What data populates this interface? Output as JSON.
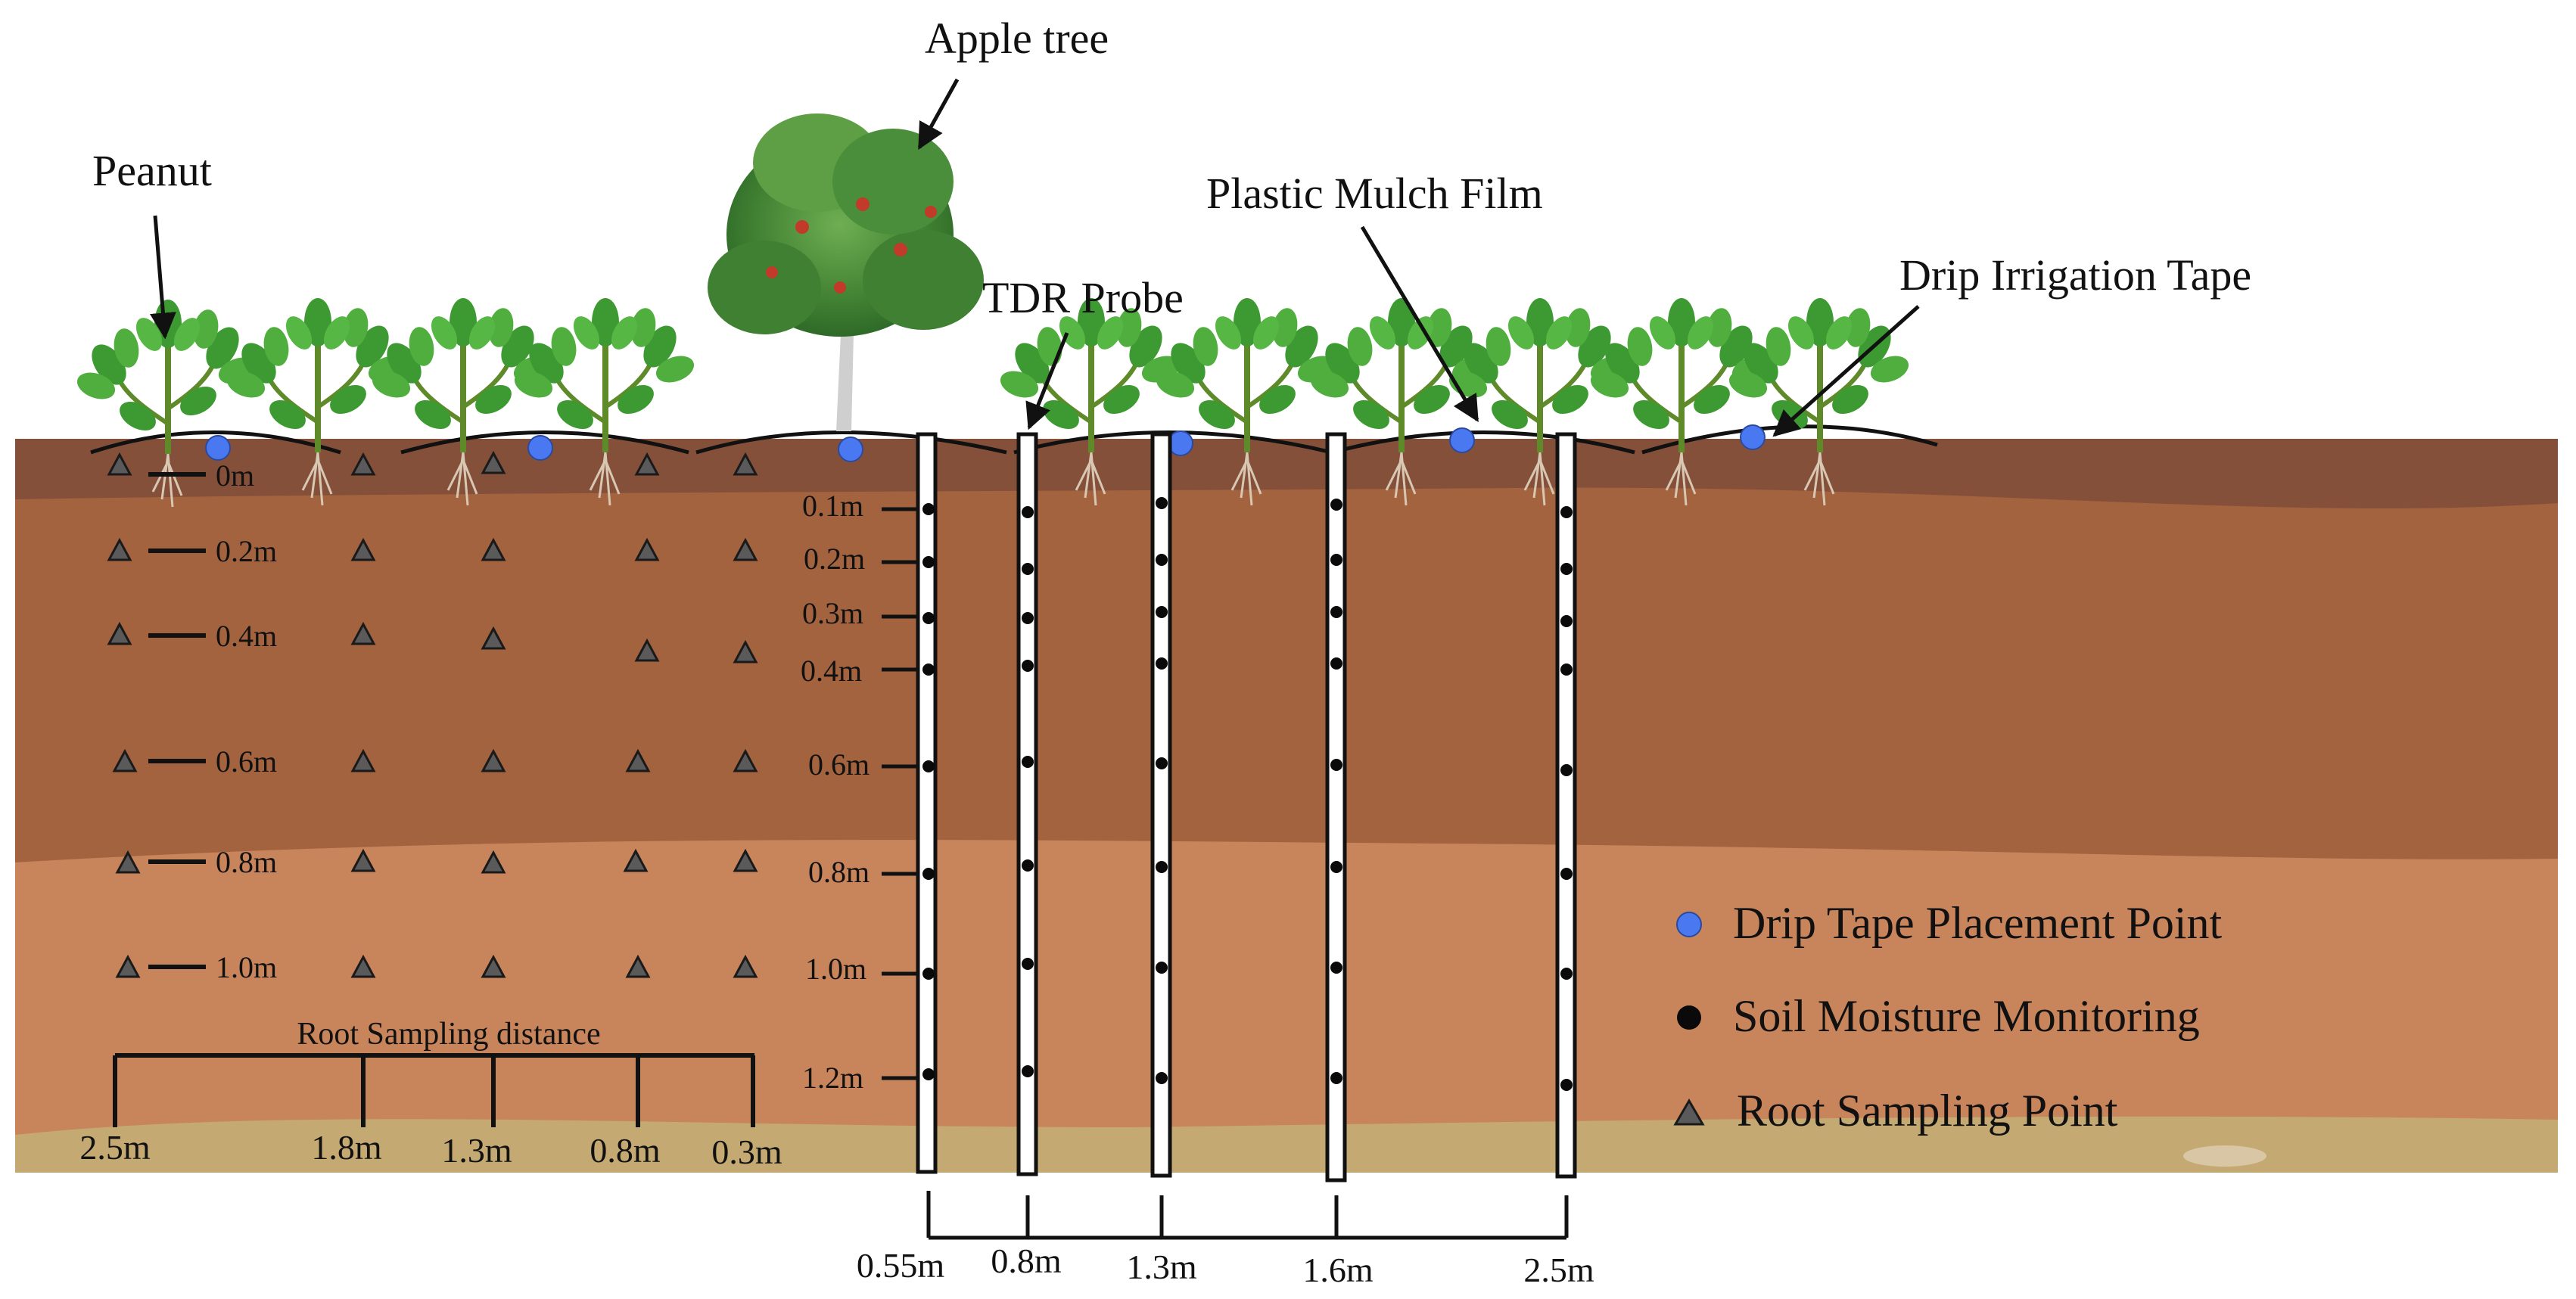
{
  "labels": {
    "apple_tree": "Apple tree",
    "peanut": "Peanut",
    "plastic_mulch_film": "Plastic Mulch Film",
    "tdr_probe": "TDR Probe",
    "drip_irrigation_tape": "Drip Irrigation Tape",
    "root_sampling_distance": "Root Sampling distance"
  },
  "legend": [
    {
      "icon": "blue-circle-icon",
      "label": "Drip Tape Placement Point",
      "color": "#4a78f0"
    },
    {
      "icon": "black-dot-icon",
      "label": "Soil Moisture Monitoring",
      "color": "#0a0a0a"
    },
    {
      "icon": "gray-triangle-icon",
      "label": "Root Sampling Point",
      "color": "#5a5a5a"
    }
  ],
  "root_sampling_depths": [
    "0m",
    "0.2m",
    "0.4m",
    "0.6m",
    "0.8m",
    "1.0m"
  ],
  "root_sampling_distances": [
    "2.5m",
    "1.8m",
    "1.3m",
    "0.8m",
    "0.3m"
  ],
  "moisture_depths": [
    "0.1m",
    "0.2m",
    "0.3m",
    "0.4m",
    "0.6m",
    "0.8m",
    "1.0m",
    "1.2m"
  ],
  "probe_distances": [
    "0.55m",
    "0.8m",
    "1.3m",
    "1.6m",
    "2.5m"
  ],
  "colors": {
    "soil_top": "#85503a",
    "soil_layer_2": "#a3633f",
    "soil_layer_3": "#c8845a",
    "soil_bottom": "#c4aa72",
    "drip_point": "#4a78f0",
    "leaf": "#3d9a32",
    "tree_canopy": "#4c8b3b"
  }
}
